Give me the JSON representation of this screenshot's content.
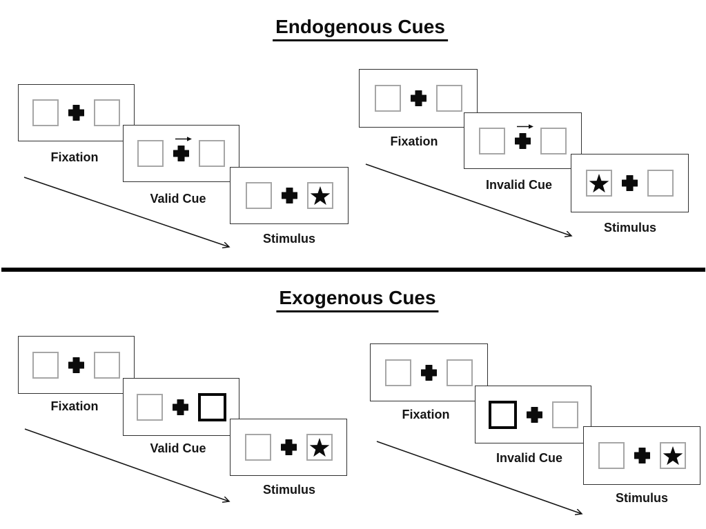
{
  "page": {
    "background": "#ffffff",
    "kind": "attention-cueing-paradigm-diagram"
  },
  "colors": {
    "ink": "#0c0c0c",
    "panel_border": "#2f2f2f",
    "box_border": "#a6a6a6",
    "bold_box_border": "#050505",
    "divider": "#000000"
  },
  "icons": {
    "fixation_cross": "plus-icon",
    "cue_arrow": "right-arrow-icon",
    "target": "star-icon",
    "sequence_arrow": "diagonal-arrow-icon"
  },
  "sections": [
    {
      "title": "Endogenous Cues",
      "sequences": [
        {
          "name": "valid-trial",
          "steps": [
            {
              "label": "Fixation",
              "content": "fixation"
            },
            {
              "label": "Valid Cue",
              "content": "arrow-cue-right"
            },
            {
              "label": "Stimulus",
              "content": "star-right"
            }
          ]
        },
        {
          "name": "invalid-trial",
          "steps": [
            {
              "label": "Fixation",
              "content": "fixation"
            },
            {
              "label": "Invalid Cue",
              "content": "arrow-cue-right"
            },
            {
              "label": "Stimulus",
              "content": "star-left"
            }
          ]
        }
      ]
    },
    {
      "title": "Exogenous Cues",
      "sequences": [
        {
          "name": "valid-trial",
          "steps": [
            {
              "label": "Fixation",
              "content": "fixation"
            },
            {
              "label": "Valid Cue",
              "content": "bold-box-right"
            },
            {
              "label": "Stimulus",
              "content": "star-right"
            }
          ]
        },
        {
          "name": "invalid-trial",
          "steps": [
            {
              "label": "Fixation",
              "content": "fixation"
            },
            {
              "label": "Invalid Cue",
              "content": "bold-box-left"
            },
            {
              "label": "Stimulus",
              "content": "star-right"
            }
          ]
        }
      ]
    }
  ]
}
